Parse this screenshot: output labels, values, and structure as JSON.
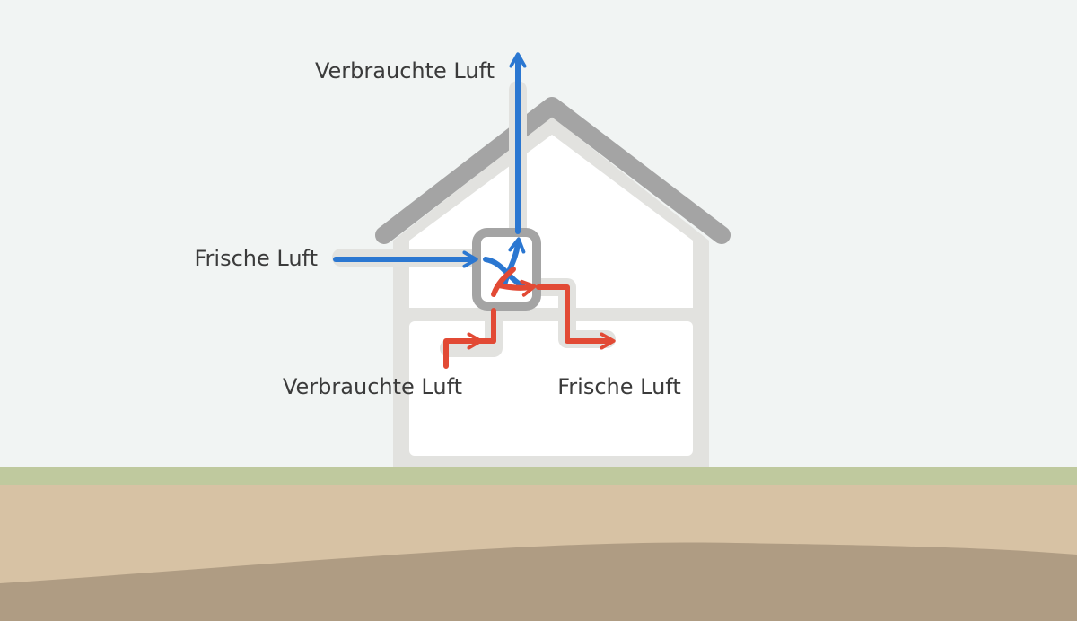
{
  "labels": {
    "exhaust_out": "Verbrauchte Luft",
    "fresh_in": "Frische Luft",
    "exhaust_in": "Verbrauchte Luft",
    "fresh_out": "Frische Luft"
  },
  "colors": {
    "sky": "#f1f4f3",
    "grass": "#bfc99e",
    "soil": "#d7c2a4",
    "subsoil": "#af9c83",
    "house_wall": "#e2e2df",
    "house_interior": "#ffffff",
    "roof": "#a4a4a4",
    "duct": "#e2e2df",
    "unit_frame": "#a4a4a4",
    "cold_air": "#2b77d1",
    "warm_air": "#e24a35",
    "label_text": "#3b3b3b"
  }
}
